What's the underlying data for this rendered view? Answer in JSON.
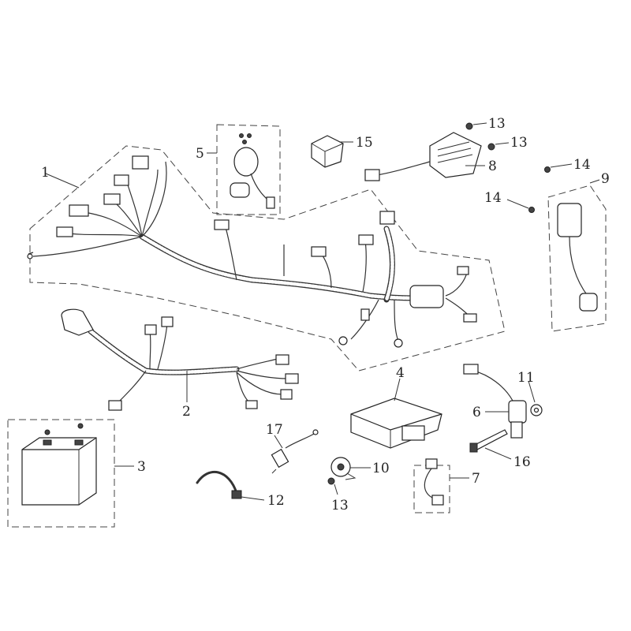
{
  "callouts": {
    "c1": "1",
    "c2": "2",
    "c3": "3",
    "c4": "4",
    "c5": "5",
    "c6": "6",
    "c7": "7",
    "c8": "8",
    "c9": "9",
    "c10": "10",
    "c11": "11",
    "c12": "12",
    "c13a": "13",
    "c13b": "13",
    "c13c": "13",
    "c14a": "14",
    "c14b": "14",
    "c15": "15",
    "c16": "16",
    "c17": "17"
  },
  "colors": {
    "line": "#333333",
    "background": "#ffffff"
  }
}
